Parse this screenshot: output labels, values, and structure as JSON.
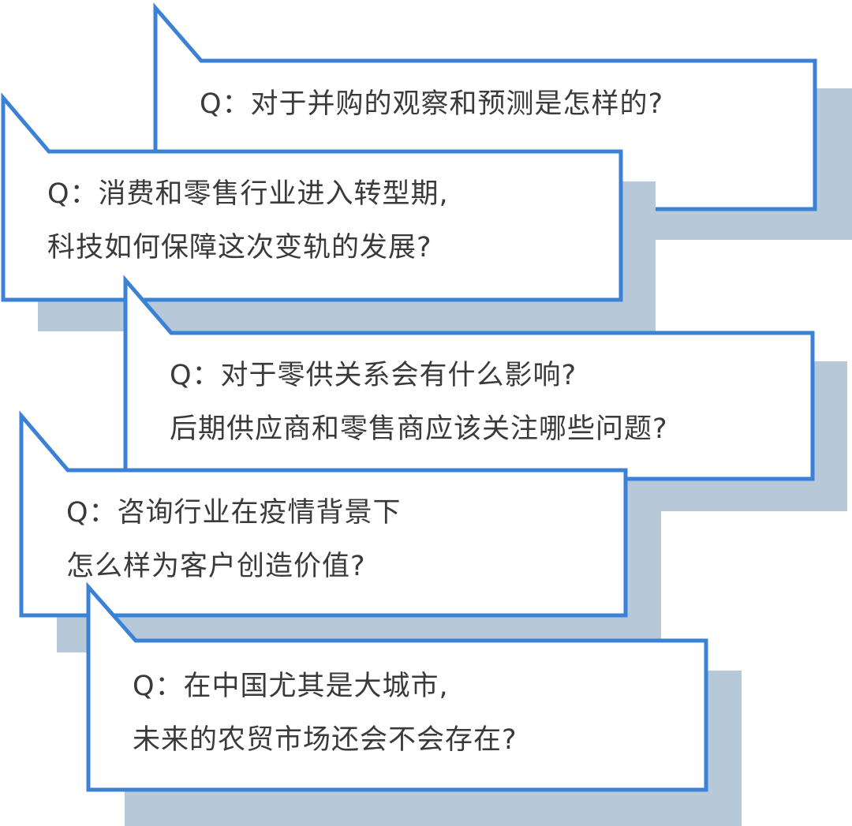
{
  "colors": {
    "border": "#3b82d6",
    "shadow": "#b7c8d9",
    "fill": "#ffffff",
    "text": "#3a3a3a"
  },
  "questions": [
    {
      "lines": [
        "Q：对于并购的观察和预测是怎样的?"
      ]
    },
    {
      "lines": [
        "Q：消费和零售行业进入转型期,",
        "科技如何保障这次变轨的发展?"
      ]
    },
    {
      "lines": [
        "Q：对于零供关系会有什么影响?",
        "后期供应商和零售商应该关注哪些问题?"
      ]
    },
    {
      "lines": [
        "Q：咨询行业在疫情背景下",
        "怎么样为客户创造价值?"
      ]
    },
    {
      "lines": [
        "Q：在中国尤其是大城市,",
        "未来的农贸市场还会不会存在?"
      ]
    }
  ]
}
